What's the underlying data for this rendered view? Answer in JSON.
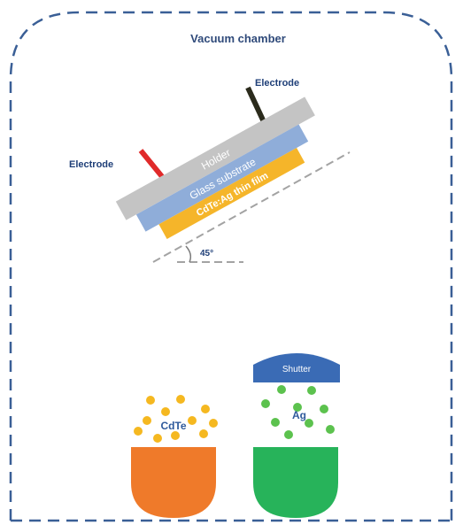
{
  "chamber": {
    "title": "Vacuum chamber"
  },
  "electrodes": {
    "left_label": "Electrode",
    "right_label": "Electrode"
  },
  "stack": {
    "holder_label": "Holder",
    "substrate_label": "Glass substrate",
    "film_label": "CdTe:Ag thin film"
  },
  "angle": {
    "label": "45°"
  },
  "sources": {
    "cdte_label": "CdTe",
    "ag_label": "Ag",
    "shutter_label": "Shutter"
  },
  "colors": {
    "chamber_border": "#3a5f96",
    "title_text": "#2f4a7a",
    "label_text": "#1f3f78",
    "holder": "#c4c4c4",
    "substrate": "#8fadd9",
    "film": "#f5b52a",
    "left_electrode": "#e02a2a",
    "right_electrode": "#2b2b1c",
    "cdte_crucible": "#ef7a2a",
    "cdte_particles": "#f5b820",
    "ag_crucible": "#27b35a",
    "ag_particles": "#5cc24e",
    "shutter": "#3a6bb5",
    "angle_lines": "#a3a3a3"
  }
}
